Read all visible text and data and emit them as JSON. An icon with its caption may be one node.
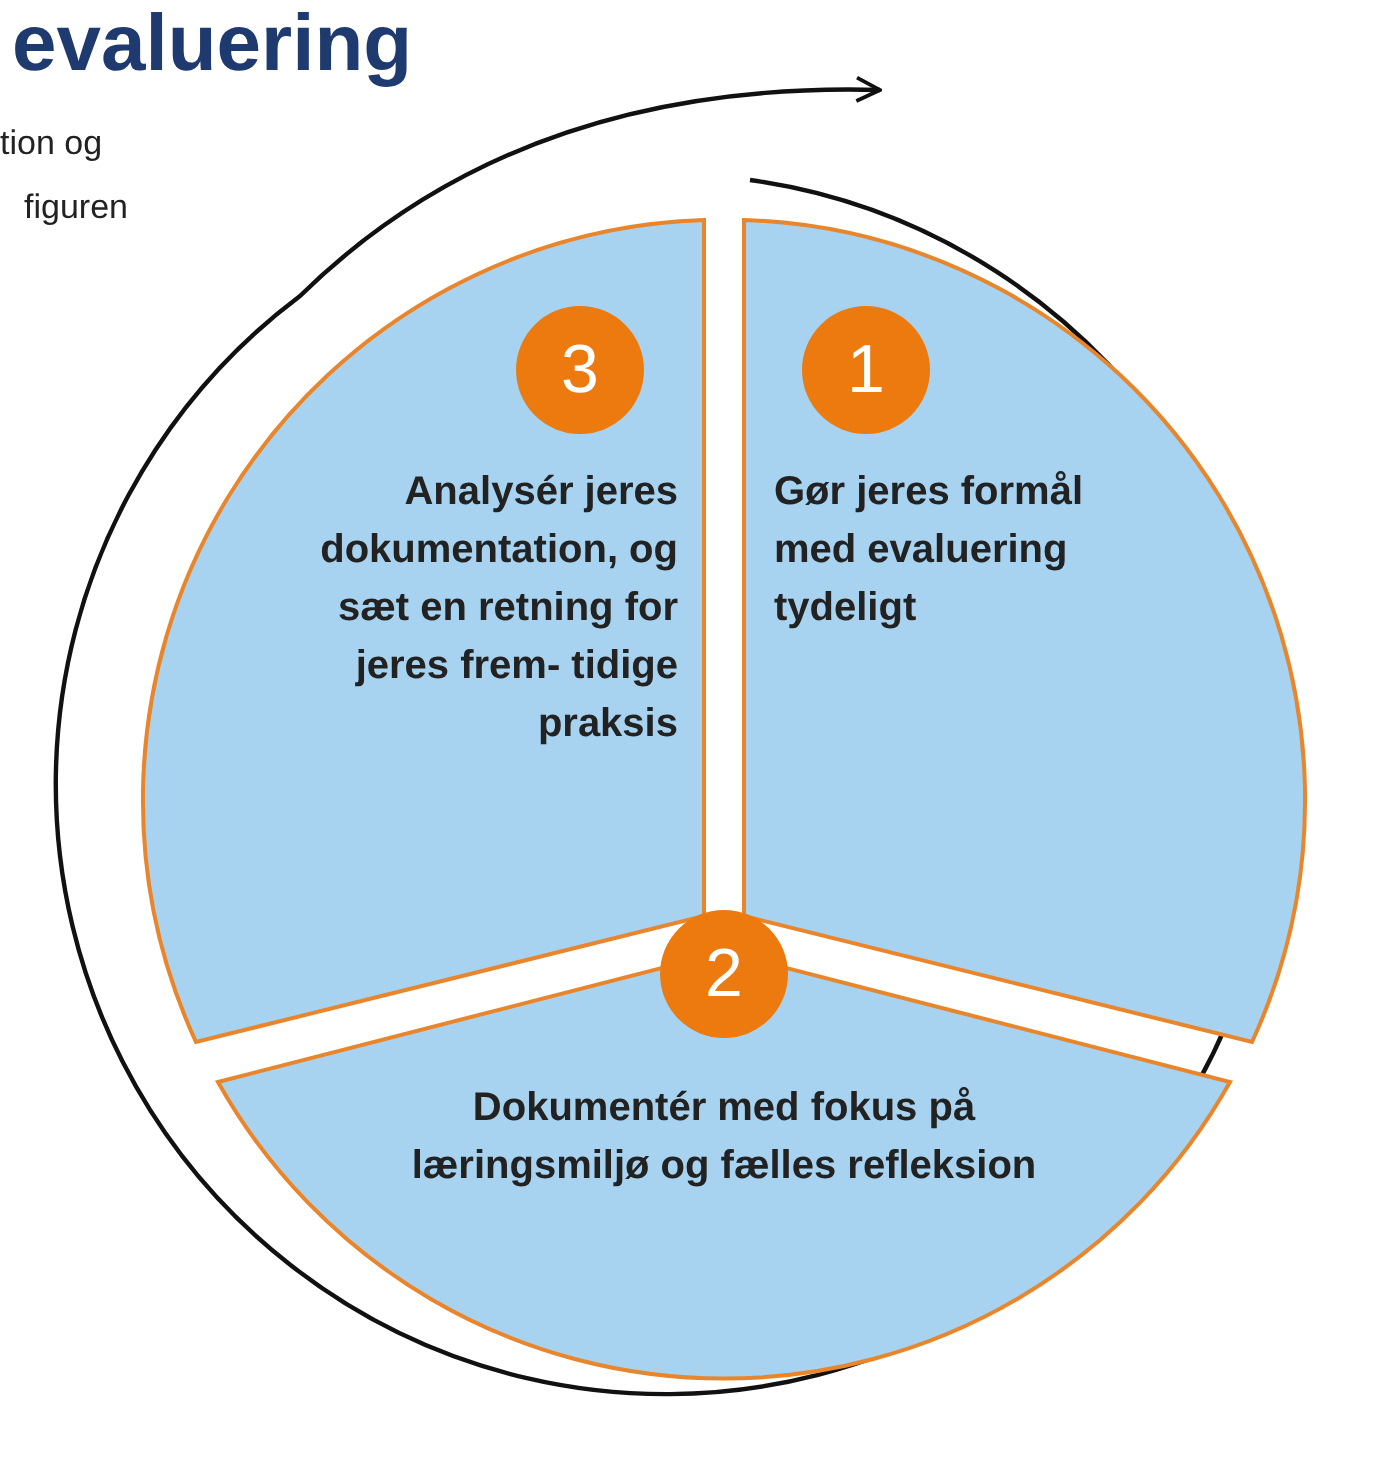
{
  "diagram": {
    "title": "evaluering",
    "nodes": [
      {
        "text": [
          "3",
          "Analysér jeres dokumentation, og sæt en retning for jeres frem- tidige praksis"
        ]
      },
      {
        "text": [
          "1",
          "Gør jeres formål med evaluering tydeligt"
        ]
      },
      {
        "text": [
          "2",
          "Dokumentér med fokus på læringsmiljø og fælles refleksion"
        ]
      }
    ],
    "labels": [
      "tion og",
      "figuren"
    ]
  }
}
